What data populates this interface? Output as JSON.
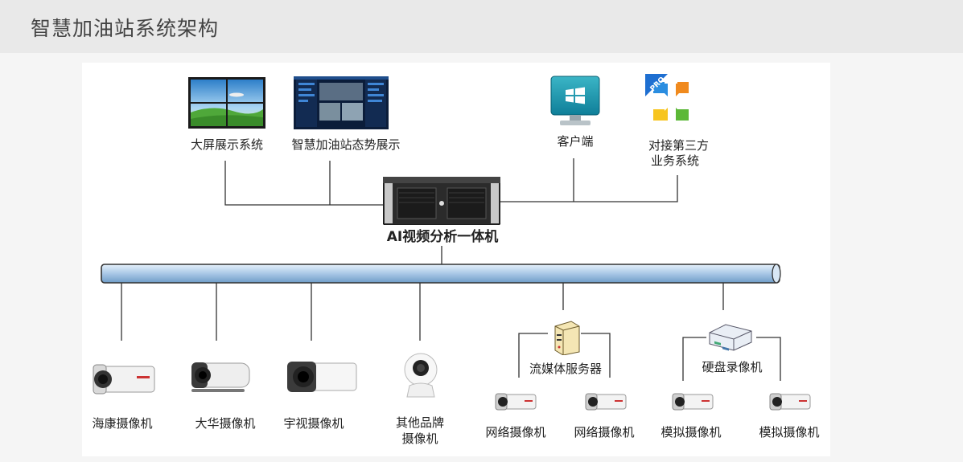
{
  "header": {
    "title": "智慧加油站系统架构"
  },
  "top": {
    "big_screen": "大屏展示系统",
    "situation": "智慧加油站态势展示",
    "client": "客户端",
    "third_party_line1": "对接第三方",
    "third_party_line2": "业务系统",
    "pro_badge": "PRO"
  },
  "core": {
    "label": "AI视频分析一体机"
  },
  "cameras": {
    "hikvision": "海康摄像机",
    "dahua": "大华摄像机",
    "uniview": "宇视摄像机",
    "other_line1": "其他品牌",
    "other_line2": "摄像机"
  },
  "media_server": {
    "label": "流媒体服务器",
    "cam1": "网络摄像机",
    "cam2": "网络摄像机"
  },
  "dvr": {
    "label": "硬盘录像机",
    "cam1": "模拟摄像机",
    "cam2": "模拟摄像机"
  }
}
